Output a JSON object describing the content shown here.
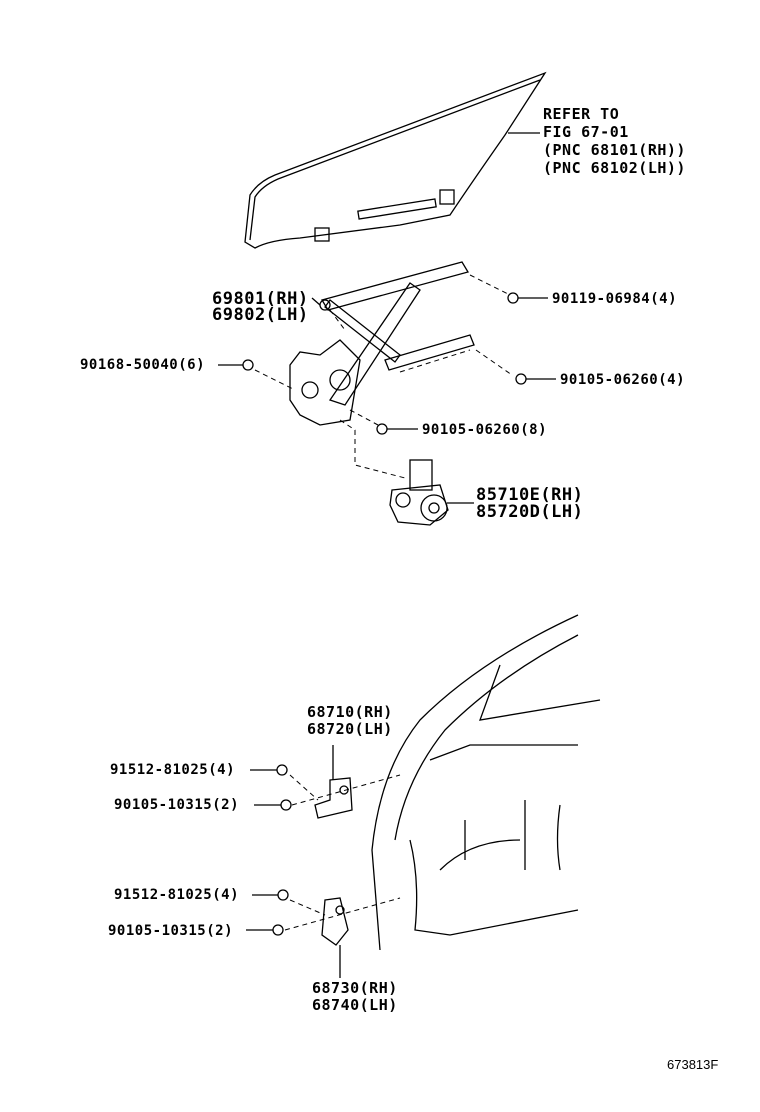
{
  "figure_id": "673813F",
  "callouts": {
    "glass_ref": {
      "line1": "REFER TO",
      "line2": "FIG 67-01",
      "line3": "(PNC 68101(RH))",
      "line4": "(PNC 68102(LH))"
    },
    "regulator": {
      "rh": "69801(RH)",
      "lh": "69802(LH)"
    },
    "bolt_upper_right": "90119-06984(4)",
    "bolt_left": "90168-50040(6)",
    "bolt_mid_right": "90105-06260(4)",
    "bolt_lower": "90105-06260(8)",
    "motor": {
      "rh": "85710E(RH)",
      "lh": "85720D(LH)"
    },
    "upper_hinge": {
      "rh": "68710(RH)",
      "lh": "68720(LH)"
    },
    "upper_hinge_bolt_1": "91512-81025(4)",
    "upper_hinge_bolt_2": "90105-10315(2)",
    "lower_hinge_bolt_1": "91512-81025(4)",
    "lower_hinge_bolt_2": "90105-10315(2)",
    "lower_hinge": {
      "rh": "68730(RH)",
      "lh": "68740(LH)"
    }
  }
}
